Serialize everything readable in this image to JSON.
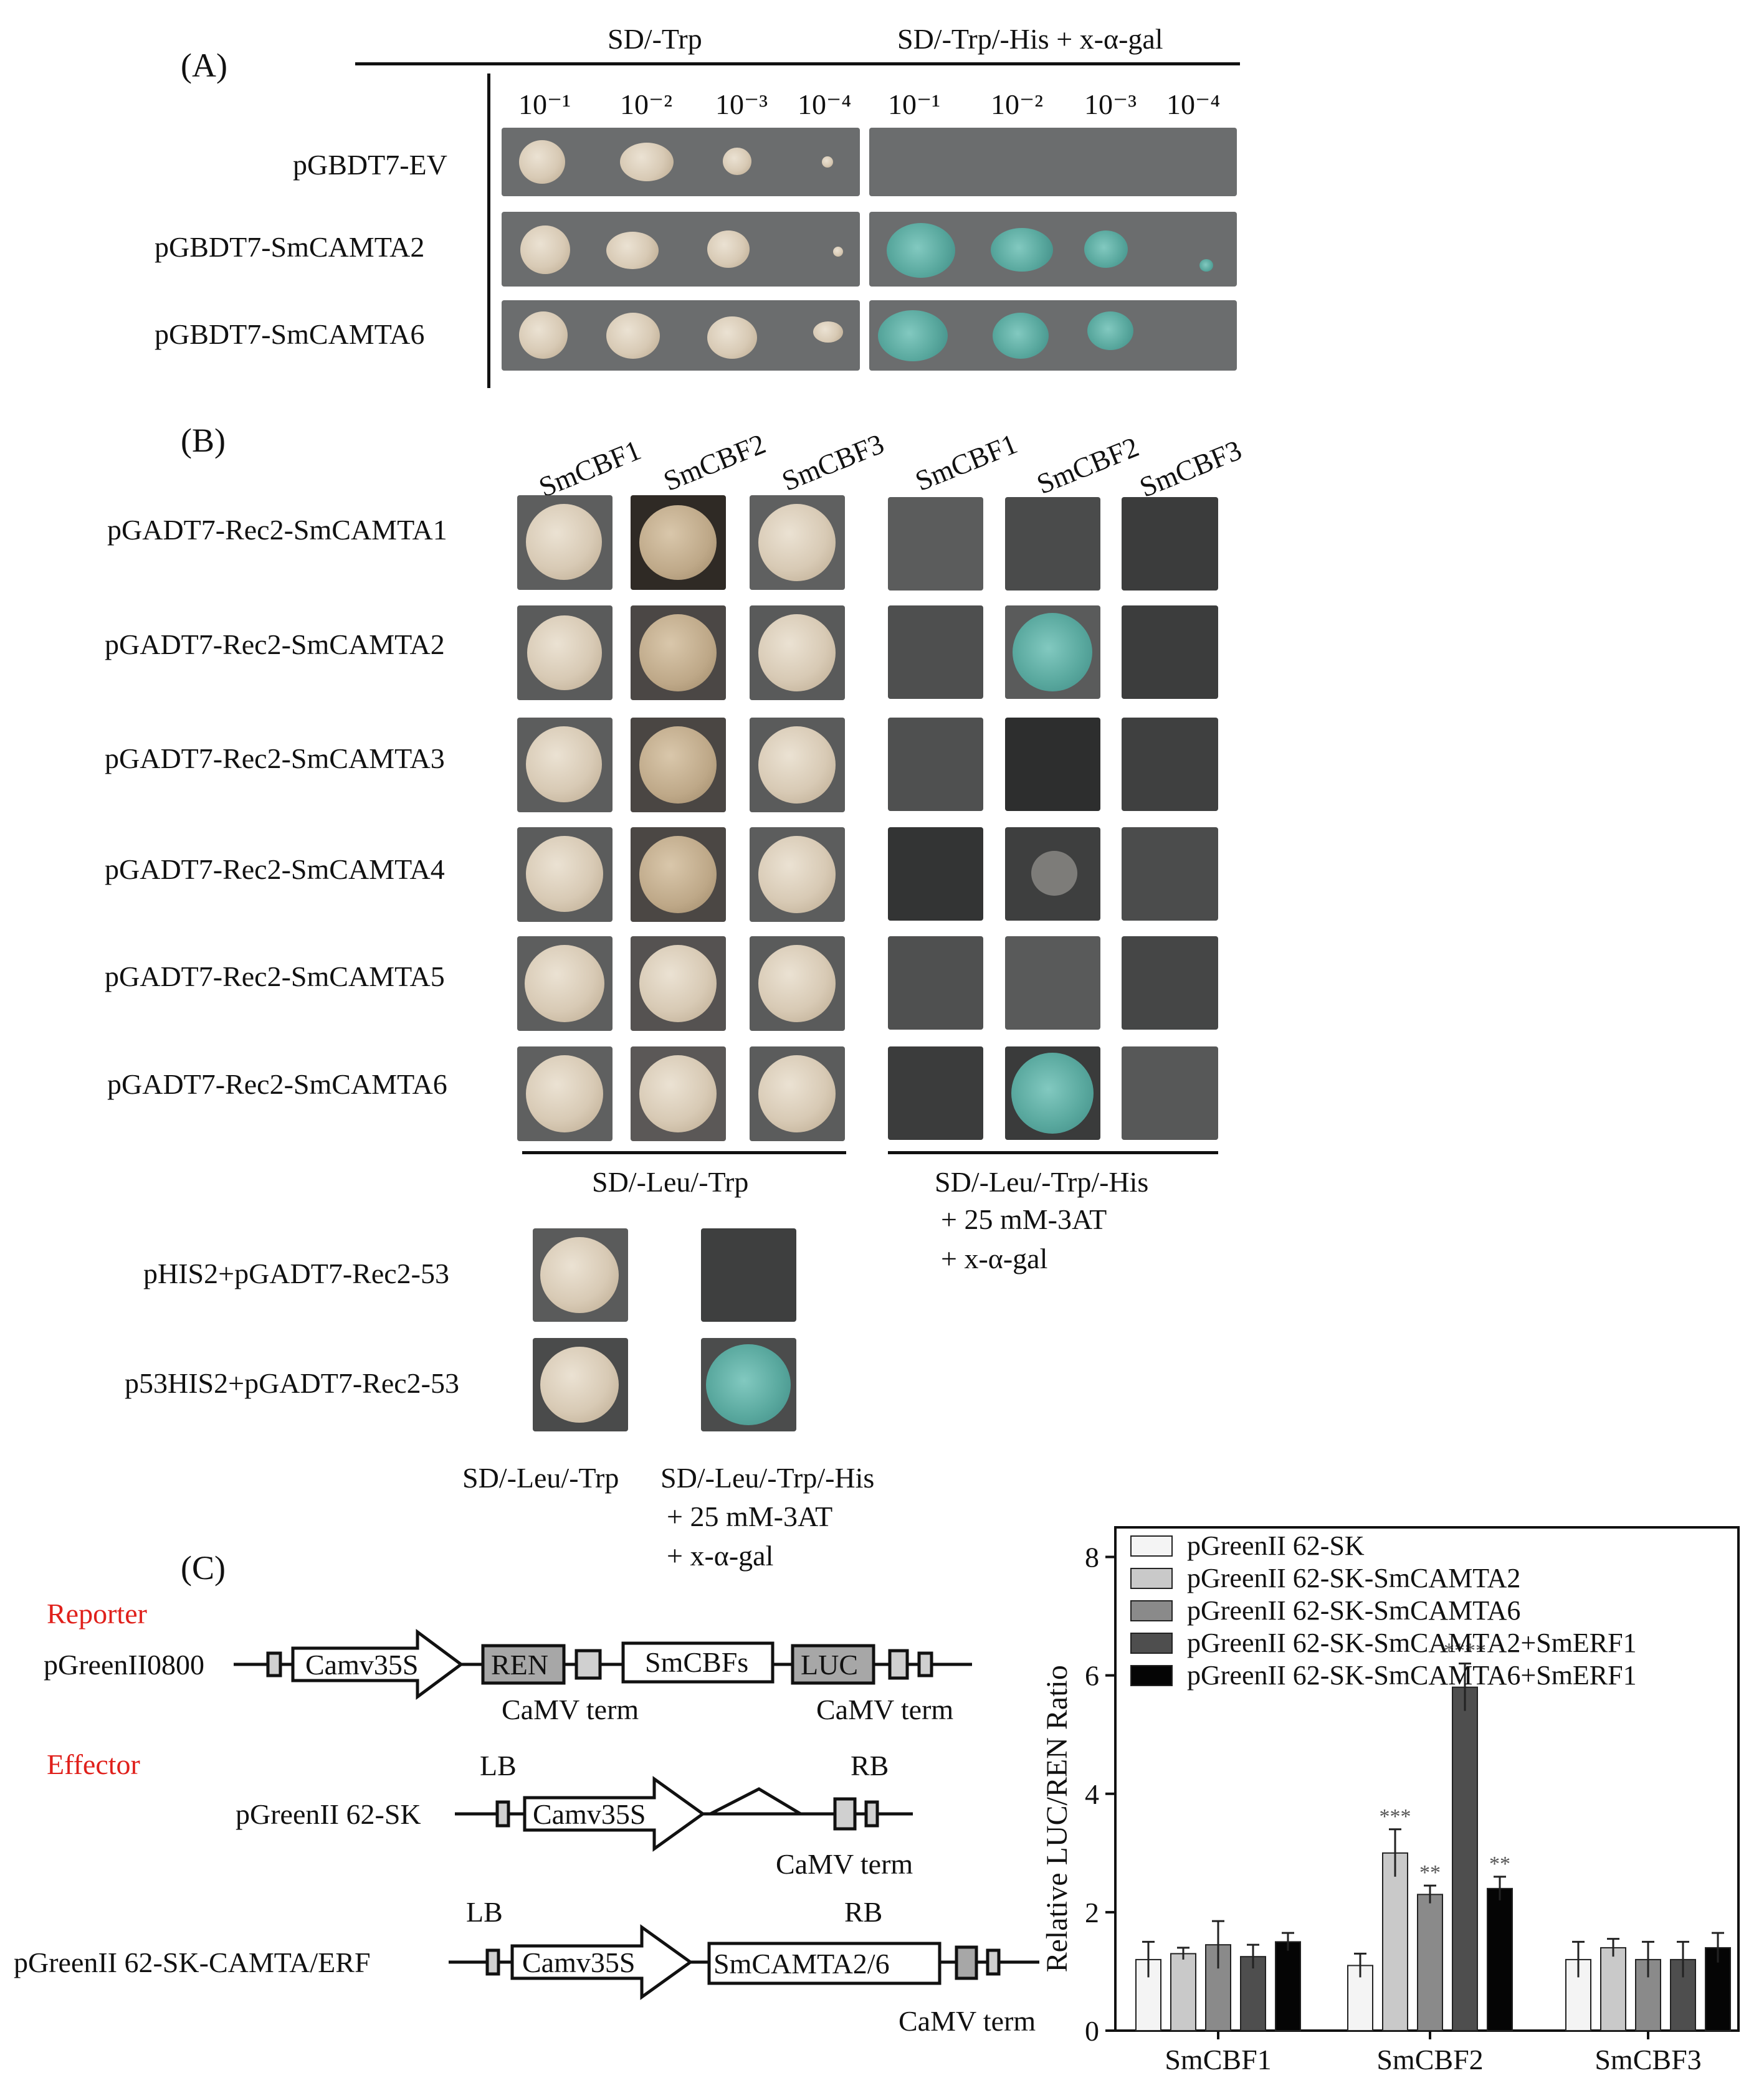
{
  "panelA": {
    "letter": "(A)",
    "header_sd_trp": "SD/-Trp",
    "header_sd_trp_his": "SD/-Trp/-His + x-α-gal",
    "dilutions": [
      "10⁻¹",
      "10⁻²",
      "10⁻³",
      "10⁻⁴",
      "10⁻¹",
      "10⁻²",
      "10⁻³",
      "10⁻⁴"
    ],
    "rows": [
      "pGBDT7-EV",
      "pGBDT7-SmCAMTA2",
      "pGBDT7-SmCAMTA6"
    ]
  },
  "panelB": {
    "letter": "(B)",
    "columns": [
      "SmCBF1",
      "SmCBF2",
      "SmCBF3",
      "SmCBF1",
      "SmCBF2",
      "SmCBF3"
    ],
    "rows": [
      "pGADT7-Rec2-SmCAMTA1",
      "pGADT7-Rec2-SmCAMTA2",
      "pGADT7-Rec2-SmCAMTA3",
      "pGADT7-Rec2-SmCAMTA4",
      "pGADT7-Rec2-SmCAMTA5",
      "pGADT7-Rec2-SmCAMTA6"
    ],
    "media_left": "SD/-Leu/-Trp",
    "media_right_1": "SD/-Leu/-Trp/-His",
    "media_right_2": "+ 25 mM-3AT",
    "media_right_3": "+ x-α-gal",
    "controls": [
      "pHIS2+pGADT7-Rec2-53",
      "p53HIS2+pGADT7-Rec2-53"
    ],
    "ctrl_media_left": "SD/-Leu/-Trp",
    "ctrl_media_right_1": "SD/-Leu/-Trp/-His",
    "ctrl_media_right_2": "+ 25 mM-3AT",
    "ctrl_media_right_3": "+ x-α-gal"
  },
  "panelC": {
    "letter": "(C)",
    "reporter_heading": "Reporter",
    "effector_heading": "Effector",
    "reporter_color": "#e0201b",
    "construct1": {
      "name": "pGreenII0800",
      "promoter": "Camv35S",
      "ren": "REN",
      "insert": "SmCBFs",
      "luc": "LUC",
      "term1": "CaMV term",
      "term2": "CaMV term"
    },
    "construct2": {
      "name": "pGreenII 62-SK",
      "lb": "LB",
      "rb": "RB",
      "promoter": "Camv35S",
      "term": "CaMV term"
    },
    "construct3": {
      "name": "pGreenII 62-SK-CAMTA/ERF",
      "lb": "LB",
      "rb": "RB",
      "promoter": "Camv35S",
      "insert": "SmCAMTA2/6",
      "term": "CaMV term"
    }
  },
  "chart_data": {
    "type": "bar",
    "categories": [
      "SmCBF1",
      "SmCBF2",
      "SmCBF3"
    ],
    "ylabel": "Relative LUC/REN Ratio",
    "ylim": [
      0,
      8.5
    ],
    "yticks": [
      0,
      2,
      4,
      6,
      8
    ],
    "legend_position": "top",
    "series": [
      {
        "name": "pGreenII 62-SK",
        "color": "#f4f4f4",
        "values": [
          1.2,
          1.1,
          1.2
        ],
        "errors": [
          0.3,
          0.2,
          0.3
        ],
        "sig": [
          "",
          "",
          ""
        ]
      },
      {
        "name": "pGreenII 62-SK-SmCAMTA2",
        "color": "#c9c9c9",
        "values": [
          1.3,
          3.0,
          1.4
        ],
        "errors": [
          0.1,
          0.4,
          0.15
        ],
        "sig": [
          "",
          "***",
          ""
        ]
      },
      {
        "name": "pGreenII 62-SK-SmCAMTA6",
        "color": "#8a8a8a",
        "values": [
          1.45,
          2.3,
          1.2
        ],
        "errors": [
          0.4,
          0.15,
          0.3
        ],
        "sig": [
          "",
          "**",
          ""
        ]
      },
      {
        "name": "pGreenII 62-SK-SmCAMTA2+SmERF1",
        "color": "#4e4e4e",
        "values": [
          1.25,
          5.8,
          1.2
        ],
        "errors": [
          0.2,
          0.4,
          0.3
        ],
        "sig": [
          "",
          "****",
          ""
        ]
      },
      {
        "name": "pGreenII 62-SK-SmCAMTA6+SmERF1",
        "color": "#050505",
        "values": [
          1.5,
          2.4,
          1.4
        ],
        "errors": [
          0.15,
          0.2,
          0.25
        ],
        "sig": [
          "",
          "**",
          ""
        ]
      }
    ]
  }
}
